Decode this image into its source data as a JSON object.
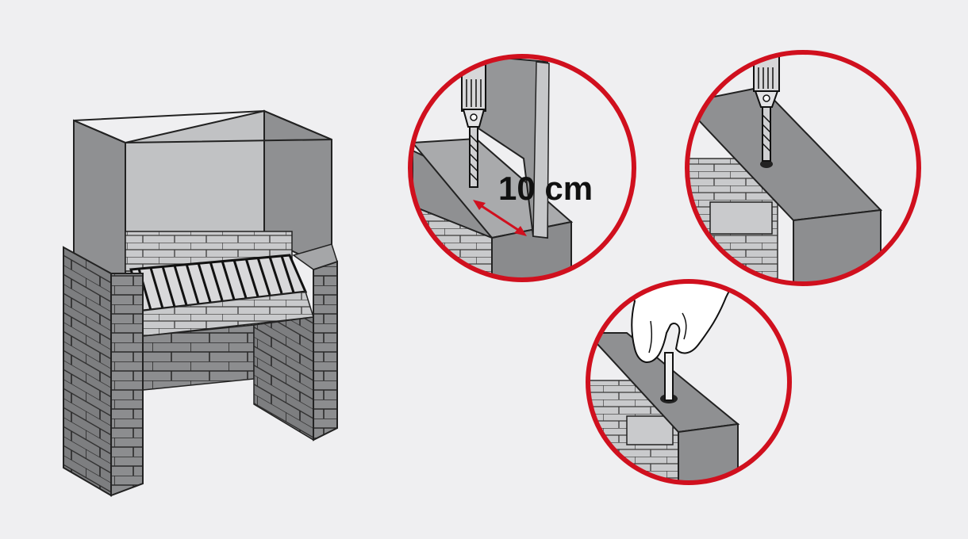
{
  "illustration": {
    "background_color": "#efeff1",
    "accent_color": "#d0101e",
    "concrete_color": "#8f9092",
    "brick_color": "#8b8c8e",
    "steps": [
      {
        "id": "step-1",
        "measurement_label": "10 cm"
      },
      {
        "id": "step-2"
      },
      {
        "id": "step-3"
      }
    ]
  }
}
